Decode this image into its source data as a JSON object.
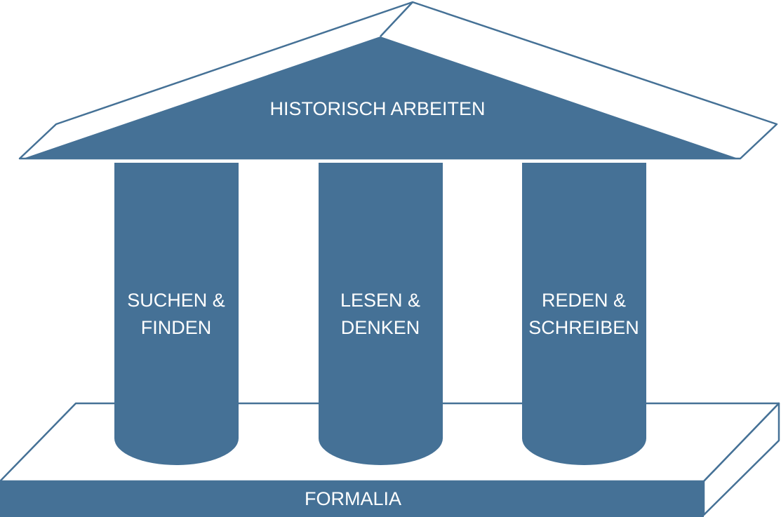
{
  "diagram": {
    "colors": {
      "fill": "#457196",
      "outline": "#457196",
      "background": "#ffffff",
      "text": "#ffffff"
    },
    "roof": {
      "label": "HISTORISCH ARBEITEN"
    },
    "pillars": [
      {
        "line1": "SUCHEN &",
        "line2": "FINDEN"
      },
      {
        "line1": "LESEN &",
        "line2": "DENKEN"
      },
      {
        "line1": "REDEN &",
        "line2": "SCHREIBEN"
      }
    ],
    "base": {
      "label": "FORMALIA"
    }
  }
}
